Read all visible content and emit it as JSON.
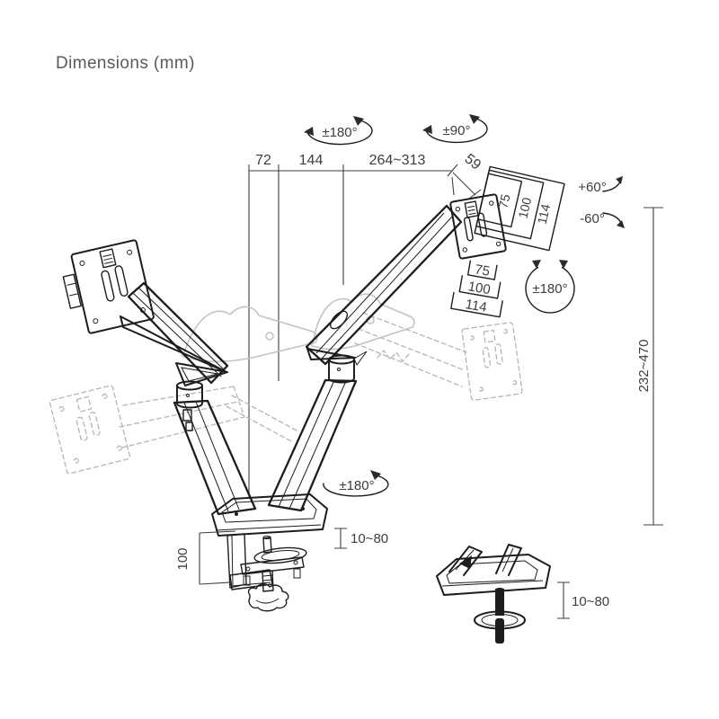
{
  "title": "Dimensions (mm)",
  "colors": {
    "line": "#1d1d1d",
    "ghost": "#b6b6b6",
    "dimension": "#3f3f3f",
    "text": "#3d3d3d",
    "title_text": "#58595b",
    "background": "#ffffff"
  },
  "top": {
    "rot_left": "±180°",
    "rot_right": "±90°",
    "seg1": "72",
    "seg2": "144",
    "seg3": "264~313",
    "seg4": "59"
  },
  "vesa": {
    "v1": "75",
    "v2": "100",
    "v3": "114",
    "h1": "75",
    "h2": "100",
    "h3": "114",
    "tilt_up": "+60°",
    "tilt_down": "-60°",
    "rot": "±180°"
  },
  "height": {
    "range": "232~470"
  },
  "base": {
    "rot": "±180°",
    "clamp_depth": "100",
    "desk_range": "10~80"
  },
  "grommet": {
    "desk_range": "10~80"
  }
}
